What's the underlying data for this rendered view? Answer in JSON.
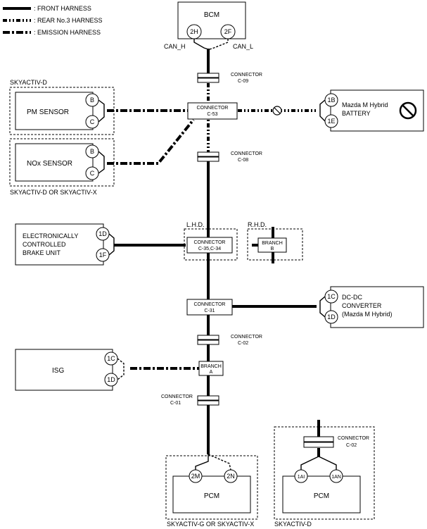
{
  "legend": {
    "front": ": FRONT HARNESS",
    "rear": ": REAR No.3 HARNESS",
    "emission": ": EMISSION HARNESS"
  },
  "bcm": {
    "title": "BCM",
    "pin_left": "2H",
    "pin_right": "2F",
    "can_h": "CAN_H",
    "can_l": "CAN_L"
  },
  "connectors": {
    "c09": {
      "l1": "CONNECTOR",
      "l2": "C-09"
    },
    "c53": {
      "l1": "CONNECTOR",
      "l2": "C-53"
    },
    "c08": {
      "l1": "CONNECTOR",
      "l2": "C-08"
    },
    "c35": {
      "l1": "CONNECTOR",
      "l2": "C-35,C-34"
    },
    "c31": {
      "l1": "CONNECTOR",
      "l2": "C-31"
    },
    "c02": {
      "l1": "CONNECTOR",
      "l2": "C-02"
    },
    "c01": {
      "l1": "CONNECTOR",
      "l2": "C-01"
    },
    "c02b": {
      "l1": "CONNECTOR",
      "l2": "C-02"
    }
  },
  "branches": {
    "a": {
      "l1": "BRANCH",
      "l2": "A"
    },
    "b": {
      "l1": "BRANCH",
      "l2": "B"
    }
  },
  "groups": {
    "skyactiv_d_top": "SKYACTIV-D",
    "skyactiv_dx": "SKYACTIV-D OR SKYACTIV-X",
    "lhd": "L.H.D.",
    "rhd": "R.H.D.",
    "skyactiv_gx": "SKYACTIV-G OR SKYACTIV-X",
    "skyactiv_d_bottom": "SKYACTIV-D"
  },
  "ecus": {
    "pm_sensor": {
      "title": "PM SENSOR",
      "pin1": "B",
      "pin2": "C"
    },
    "nox_sensor": {
      "title": "NOx SENSOR",
      "pin1": "B",
      "pin2": "C"
    },
    "battery": {
      "line1": "Mazda M Hybrid",
      "line2": "BATTERY",
      "pin1": "1B",
      "pin2": "1E"
    },
    "brake": {
      "line1": "ELECTRONICALLY",
      "line2": "CONTROLLED",
      "line3": "BRAKE UNIT",
      "pin1": "1D",
      "pin2": "1F"
    },
    "dcdc": {
      "line1": "DC-DC",
      "line2": "CONVERTER",
      "line3": "(Mazda M Hybrid)",
      "pin1": "1C",
      "pin2": "1D"
    },
    "isg": {
      "title": "ISG",
      "pin1": "1C",
      "pin2": "1D"
    },
    "pcm_gx": {
      "title": "PCM",
      "pin1": "2M",
      "pin2": "2N"
    },
    "pcm_d": {
      "title": "PCM",
      "pin1": "1AI",
      "pin2": "1AN"
    }
  }
}
